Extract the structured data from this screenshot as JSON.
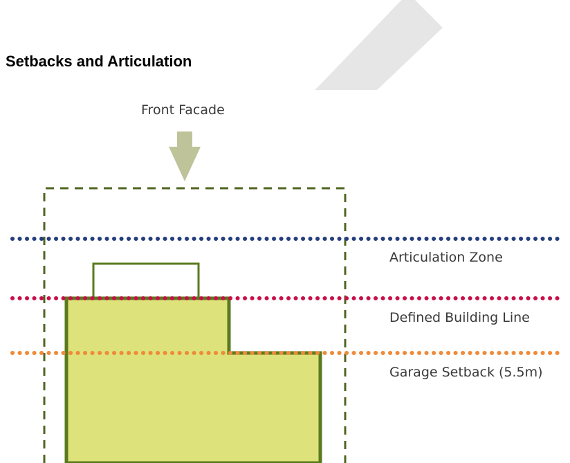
{
  "heading": "Setbacks and Articulation",
  "labels": {
    "front_facade": "Front Facade",
    "articulation_zone": "Articulation Zone",
    "defined_building_line": "Defined Building Line",
    "garage_setback": "Garage Setback (5.5m)"
  },
  "colors": {
    "articulation_zone": "#243e7e",
    "defined_building_line": "#c8104a",
    "garage_setback": "#ee8b3a",
    "building_fill": "#dde27a",
    "building_stroke": "#5a7a1e",
    "lot_boundary": "#4f6520",
    "arrow": "#bfc39a",
    "watermark": "#e6e6e6"
  }
}
